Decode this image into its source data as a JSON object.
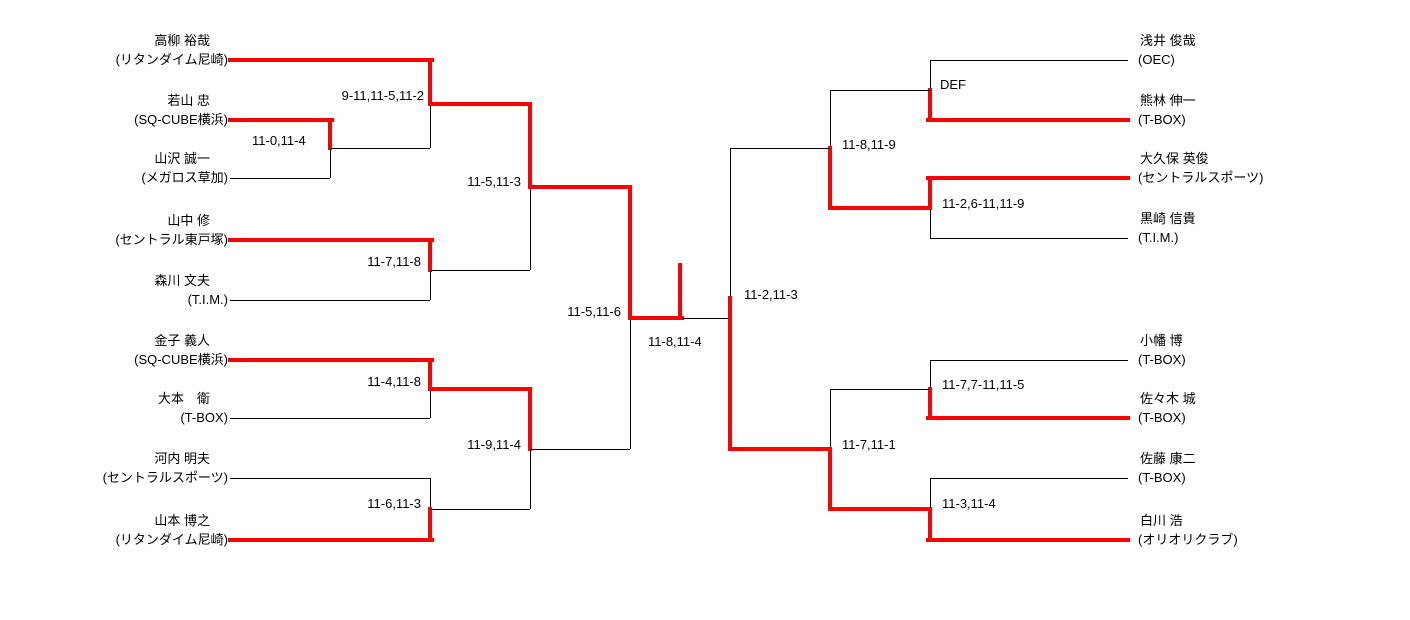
{
  "diagram_type": "tournament-bracket",
  "colors": {
    "winner_path": "#ff0000",
    "bracket_line": "#000000",
    "background": "#ffffff",
    "text": "#000000"
  },
  "players": {
    "left": [
      {
        "name": "高柳 裕哉",
        "club": "(リタンダイム尼崎)"
      },
      {
        "name": "若山 忠",
        "club": "(SQ-CUBE横浜)"
      },
      {
        "name": "山沢 誠一",
        "club": "(メガロス草加)"
      },
      {
        "name": "山中 修",
        "club": "(セントラル東戸塚)"
      },
      {
        "name": "森川 文夫",
        "club": "(T.I.M.)"
      },
      {
        "name": "金子 義人",
        "club": "(SQ-CUBE横浜)"
      },
      {
        "name": "大本　衛",
        "club": "(T-BOX)"
      },
      {
        "name": "河内 明夫",
        "club": "(セントラルスポーツ)"
      },
      {
        "name": "山本 博之",
        "club": "(リタンダイム尼崎)"
      }
    ],
    "right": [
      {
        "name": "浅井 俊哉",
        "club": "(OEC)"
      },
      {
        "name": "熊林 伸一",
        "club": "(T-BOX)"
      },
      {
        "name": "大久保 英俊",
        "club": "(セントラルスポーツ)"
      },
      {
        "name": "黒崎 信貴",
        "club": "(T.I.M.)"
      },
      {
        "name": "小幡 博",
        "club": "(T-BOX)"
      },
      {
        "name": "佐々木 城",
        "club": "(T-BOX)"
      },
      {
        "name": "佐藤 康二",
        "club": "(T-BOX)"
      },
      {
        "name": "白川 浩",
        "club": "(オリオリクラブ)"
      }
    ]
  },
  "scores": {
    "l_playin": "11-0,11-4",
    "l_r2": "9-11,11-5,11-2",
    "l_r1_b": "11-7,11-8",
    "l_r1_c": "11-4,11-8",
    "l_r1_d": "11-6,11-3",
    "l_qf1": "11-5,11-3",
    "l_qf2": "11-9,11-4",
    "l_sf": "11-5,11-6",
    "final": "11-8,11-4",
    "r_r1_a": "DEF",
    "r_r1_b": "11-2,6-11,11-9",
    "r_r1_c": "11-7,7-11,11-5",
    "r_r1_d": "11-3,11-4",
    "r_qf1": "11-8,11-9",
    "r_qf2": "11-7,11-1",
    "r_sf": "11-2,11-3"
  }
}
